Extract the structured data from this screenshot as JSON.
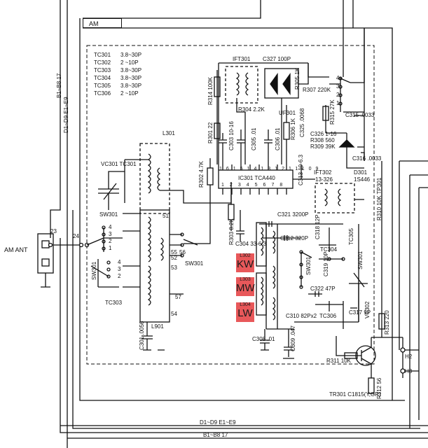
{
  "section": {
    "title": "AM"
  },
  "trimmer_caps": [
    {
      "ref": "TC301",
      "value": "3.8~30P"
    },
    {
      "ref": "TC302",
      "value": "2  ~10P"
    },
    {
      "ref": "TC303",
      "value": "3.8~30P"
    },
    {
      "ref": "TC304",
      "value": "3.8~30P"
    },
    {
      "ref": "TC305",
      "value": "3.8~30P"
    },
    {
      "ref": "TC306",
      "value": "2  ~10P"
    }
  ],
  "antenna": {
    "label": "AM ANT",
    "pin_23": "23",
    "pin_24": "24"
  },
  "left_bus_labels": {
    "top": "B1~B8 17",
    "bottom": "D1~D9 E1~E9"
  },
  "bottom_bus_labels": {
    "upper": "D1~D9 E1~E9",
    "lower": "B1~B8 17"
  },
  "ic": {
    "ref": "IC301",
    "type": "TCA440",
    "pins_top": [
      "16",
      "15",
      "14",
      "13",
      "12",
      "11",
      "10",
      "9"
    ],
    "pins_bottom": [
      "1",
      "2",
      "3",
      "4",
      "5",
      "6",
      "7",
      "8"
    ]
  },
  "bands": [
    {
      "coil": "L302",
      "band": "KW"
    },
    {
      "coil": "L303",
      "band": "MW"
    },
    {
      "coil": "L304",
      "band": "LW"
    }
  ],
  "components": {
    "ift301": "IFT301",
    "c327": "C327 100P",
    "r305": "R305 1K",
    "r314": "R314 100K",
    "r307": "R307 220K",
    "r304": "R304 2.2K",
    "uf301": "UF301",
    "c325": "C325 .0068",
    "r301": "R301 22",
    "c303": "C303 10-16",
    "c305": "C305 .01",
    "c306": "C306 .01",
    "r306": "R306 1K",
    "r315": "R315 27K",
    "c315": "C315 .0033",
    "c326": "C326 1-16",
    "r308": "R308 560",
    "r309": "R309 39K",
    "c316": "C316 .0033",
    "d301": "D301",
    "d301_type": "1S446",
    "ift302": "IFT302",
    "ift302_val": "13-326",
    "c313": "C313 10-6.3",
    "r302": "R302 4.7K",
    "r303": "R303 8.2K",
    "c304": "C304 33-6.3",
    "c321": "C321 3200P",
    "c312": "C312 320P",
    "c318": "C318 12P",
    "c319": "C319 10P",
    "c322": "C322 47P",
    "c310": "C310 82Px2",
    "c317": "C317 9P",
    "c308": "C308 .01",
    "c309": "C309 .047",
    "c301": "C301 .0056",
    "l301": "L301",
    "l901": "L901",
    "vc301": "VC301",
    "tc301": "TC301",
    "tc303": "TC303",
    "tc304": "TC304",
    "tc305": "TC305",
    "tc306": "TC306",
    "vc302": "VC302",
    "sw301": "SW301",
    "r310": "R310 10K TP301",
    "r313": "R313 220",
    "r311": "R311 10K",
    "r312": "R312 56",
    "tr301": "TR301 C1815(Y,GR)",
    "h2": "H2",
    "h3": "H3"
  },
  "switch_positions": [
    "1",
    "2",
    "3",
    "4"
  ],
  "coil_pins": [
    "51",
    "52",
    "53",
    "54",
    "55",
    "56",
    "57"
  ]
}
